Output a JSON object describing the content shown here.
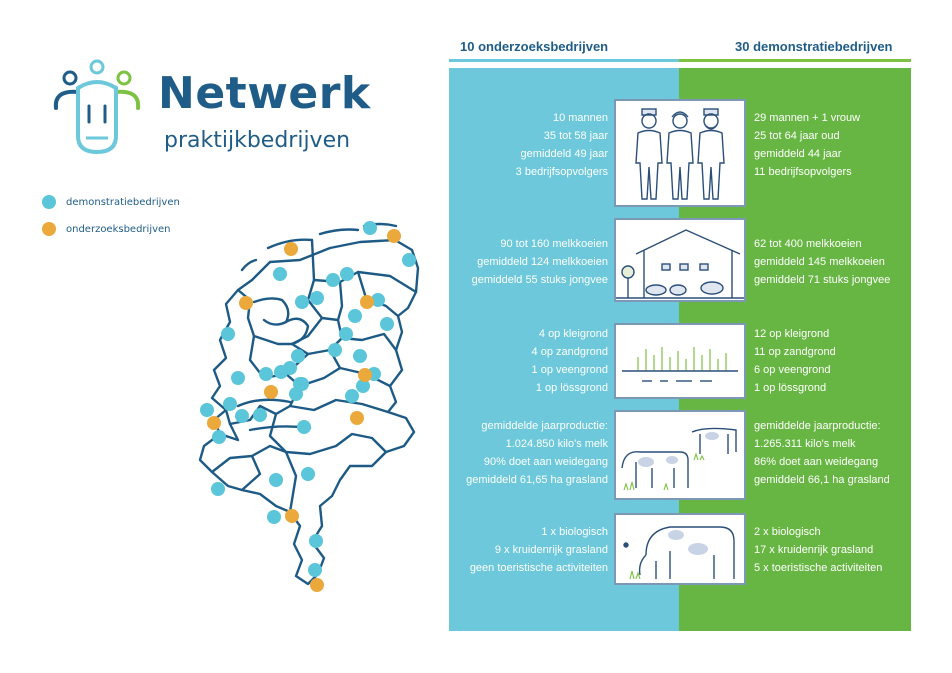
{
  "logo": {
    "title": "Netwerk",
    "subtitle": "praktijkbedrijven"
  },
  "legend": {
    "items": [
      {
        "label": "demonstratiebedrijven",
        "color": "#5bc5d9"
      },
      {
        "label": "onderzoeksbedrijven",
        "color": "#eba83b"
      }
    ]
  },
  "columns": {
    "left_title": "10 onderzoeksbedrijven",
    "right_title": "30 demonstratiebedrijven",
    "left_color": "#6cc8da",
    "right_color": "#67b643"
  },
  "rows": [
    {
      "icon": "farmers-icon",
      "left": [
        "10 mannen",
        "35 tot 58 jaar",
        "gemiddeld 49 jaar",
        "3 bedrijfsopvolgers"
      ],
      "right": [
        "29 mannen + 1 vrouw",
        "25 tot 64 jaar oud",
        "gemiddeld 44 jaar",
        "11 bedrijfsopvolgers"
      ]
    },
    {
      "icon": "barn-icon",
      "left": [
        "90 tot 160 melkkoeien",
        "gemiddeld 124 melkkoeien",
        "gemiddeld 55 stuks jongvee"
      ],
      "right": [
        "62 tot 400 melkkoeien",
        "gemiddeld 145 melkkoeien",
        "gemiddeld 71 stuks jongvee"
      ]
    },
    {
      "icon": "soil-icon",
      "left": [
        "4 op kleigrond",
        "4 op zandgrond",
        "1 op veengrond",
        "1 op lössgrond"
      ],
      "right": [
        "12 op kleigrond",
        "11 op zandgrond",
        "6 op veengrond",
        "1 op lössgrond"
      ]
    },
    {
      "icon": "grazing-cows-icon",
      "left": [
        "gemiddelde jaarproductie:",
        "1.024.850 kilo's melk",
        "90% doet aan weidegang",
        "gemiddeld 61,65 ha grasland"
      ],
      "right": [
        "gemiddelde jaarproductie:",
        "1.265.311 kilo's melk",
        "86% doet aan weidegang",
        "gemiddeld 66,1 ha grasland"
      ]
    },
    {
      "icon": "cow-bee-icon",
      "left": [
        "1 x biologisch",
        "9 x kruidenrijk grasland",
        "geen toeristische activiteiten"
      ],
      "right": [
        "2 x biologisch",
        "17 x kruidenrijk grasland",
        "5 x toeristische activiteiten"
      ]
    }
  ]
}
